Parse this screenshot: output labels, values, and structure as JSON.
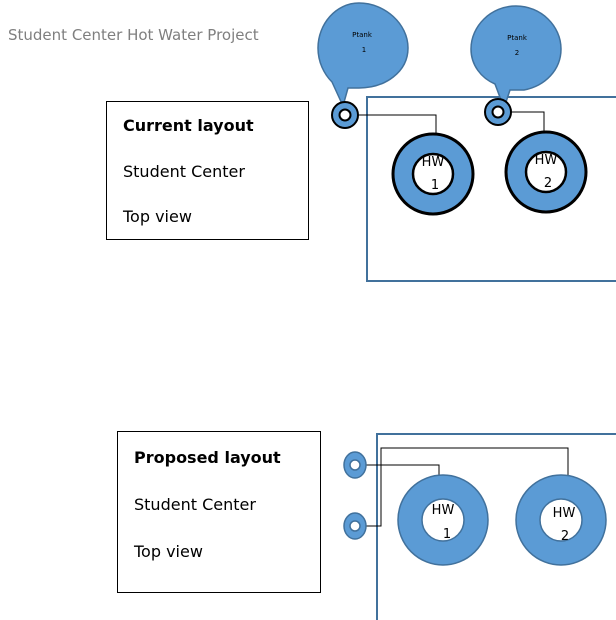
{
  "title": "Student Center Hot Water Project",
  "current": {
    "heading": "Current layout",
    "building": "Student Center",
    "view": "Top view",
    "callouts": [
      {
        "name": "Ptank",
        "num": "1"
      },
      {
        "name": "Ptank",
        "num": "2"
      }
    ],
    "heaters": [
      {
        "name": "HW",
        "num": "1"
      },
      {
        "name": "HW",
        "num": "2"
      }
    ]
  },
  "proposed": {
    "heading": "Proposed layout",
    "building": "Student Center",
    "view": "Top view",
    "heaters": [
      {
        "name": "HW",
        "num": "1"
      },
      {
        "name": "HW",
        "num": "2"
      }
    ]
  },
  "colors": {
    "fill": "#5b9bd5",
    "outline": "#000000",
    "wall": "#41719c",
    "title": "#7f7f7f"
  }
}
